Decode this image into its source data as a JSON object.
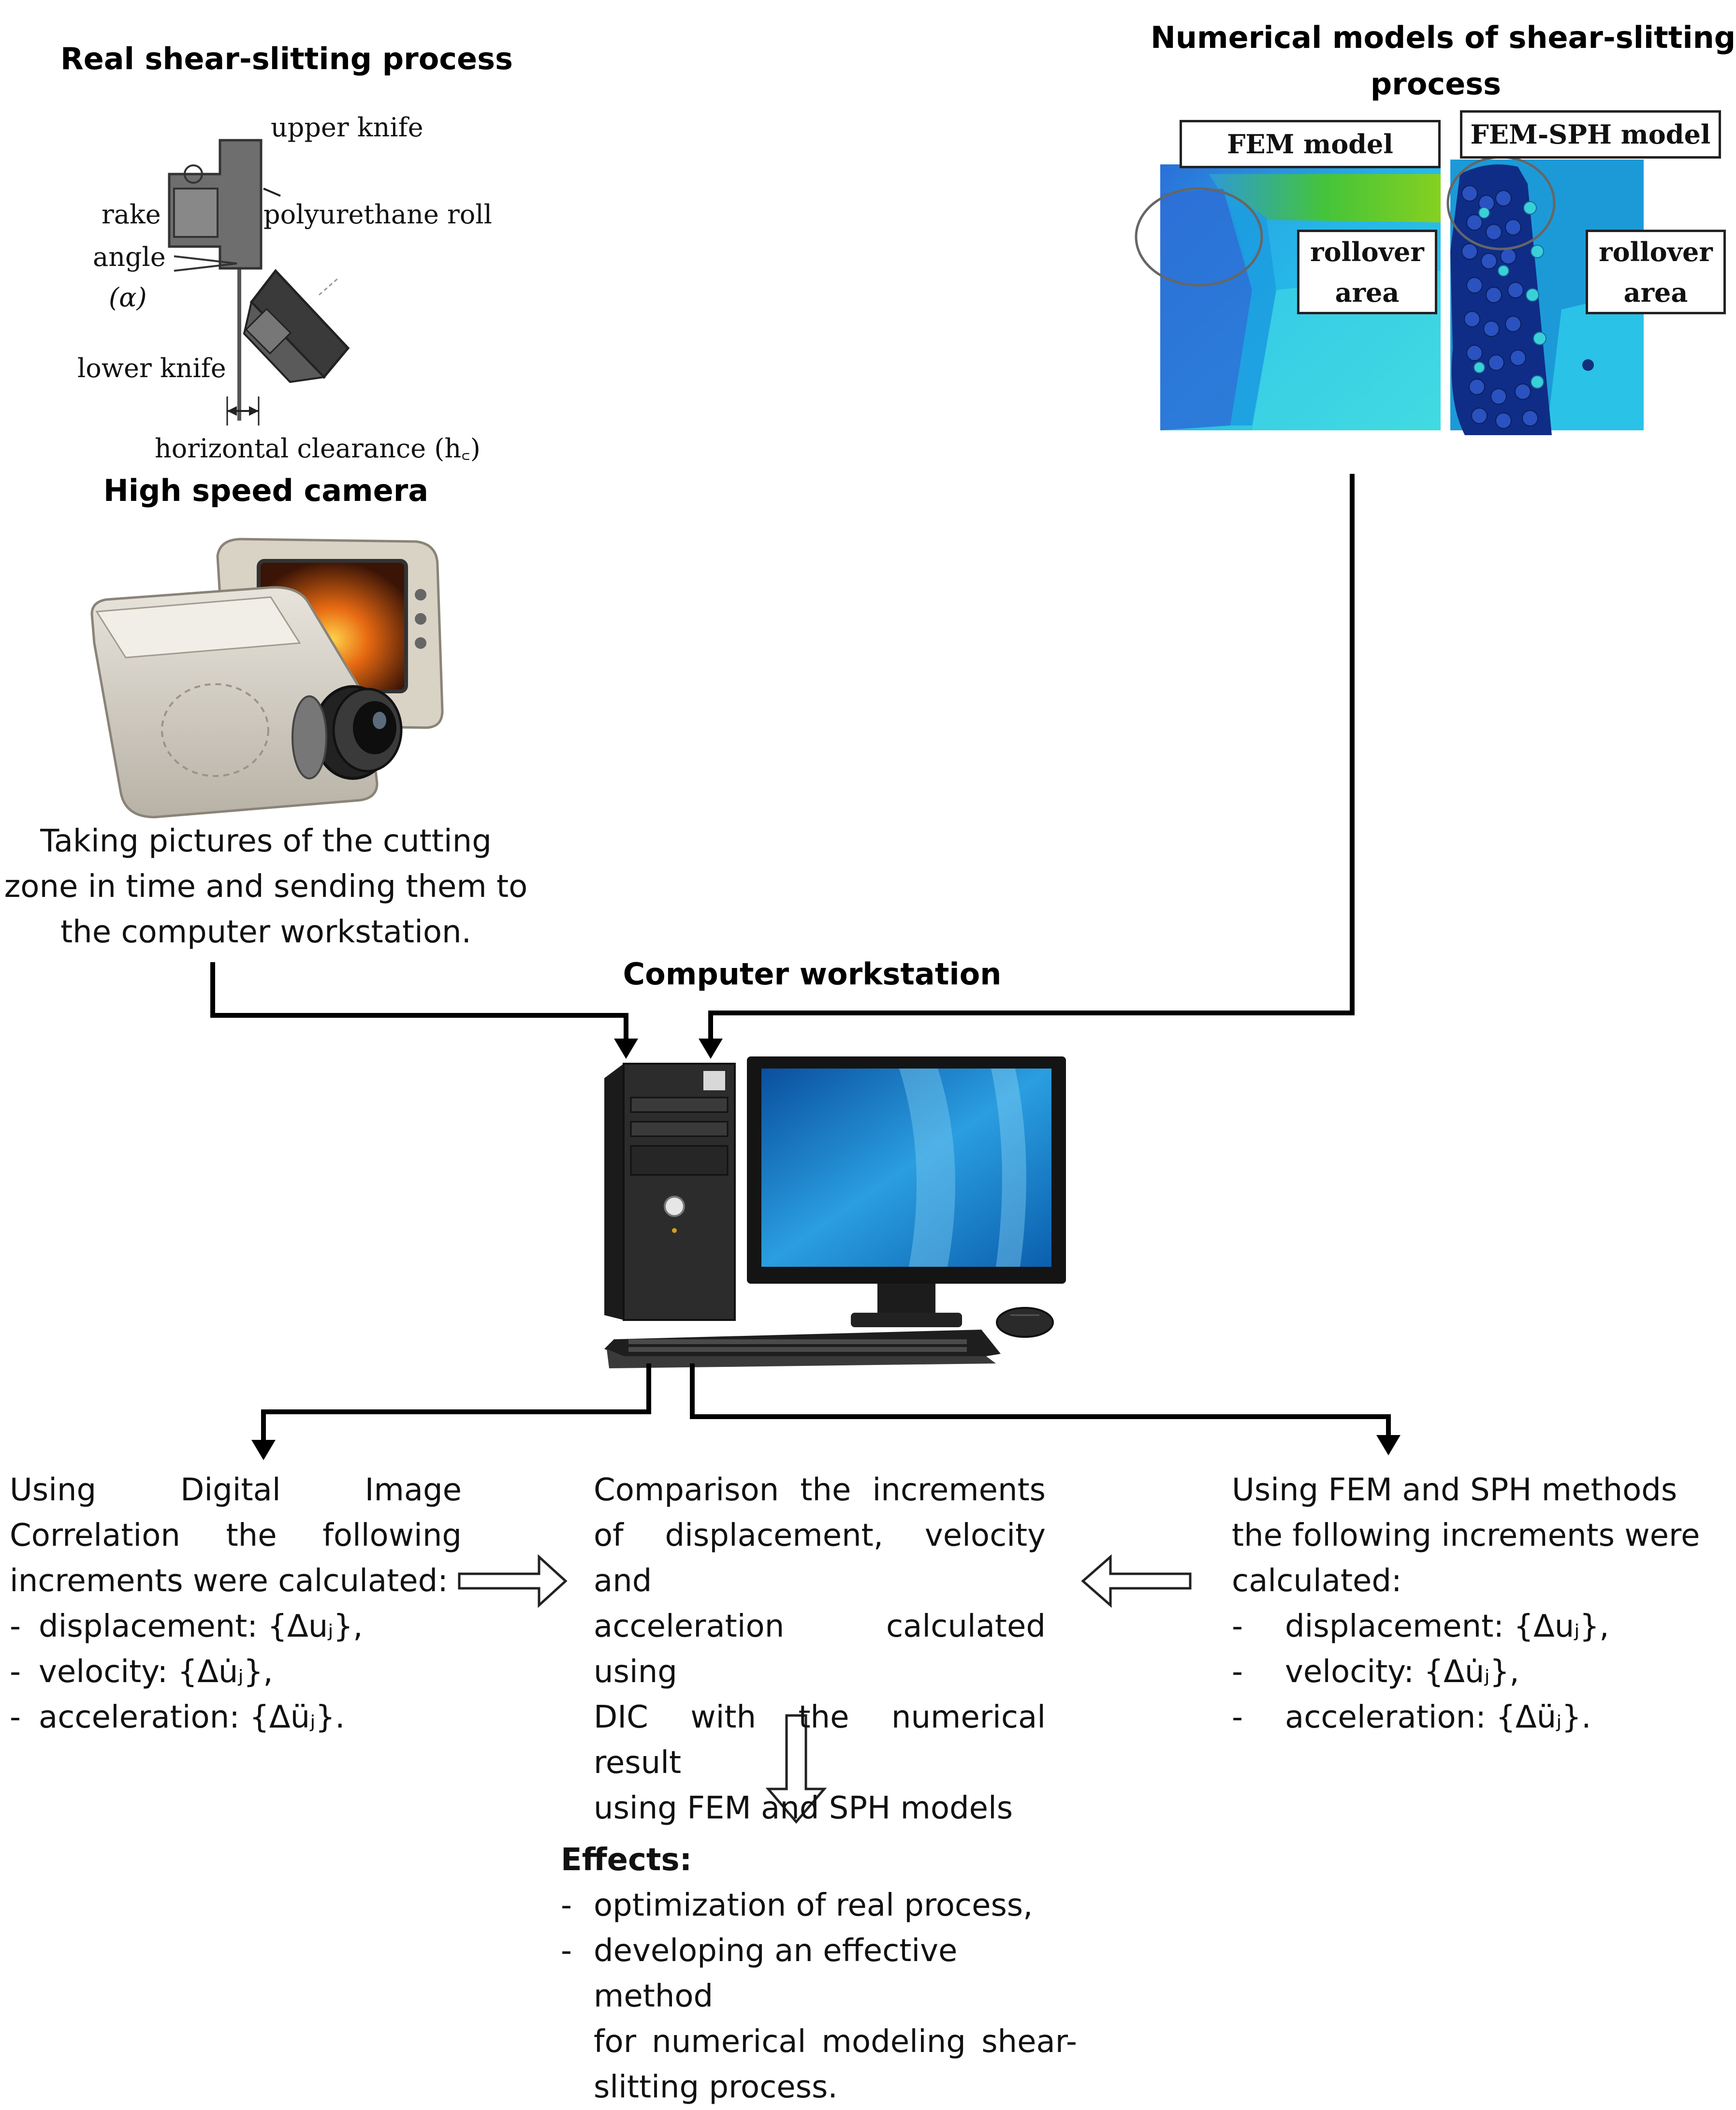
{
  "real_process": {
    "title": "Real shear-slitting process",
    "labels": {
      "upper_knife": "upper knife",
      "rake": "rake",
      "angle": "angle",
      "alpha": "(α)",
      "polyurethane_roll": "polyurethane roll",
      "lower_knife": "lower knife",
      "horizontal_clearance": "horizontal clearance (h꜀)"
    }
  },
  "camera": {
    "title": "High speed camera",
    "caption_lines": [
      "Taking pictures of the cutting",
      "zone in time and sending them to",
      "the computer workstation."
    ]
  },
  "numerical": {
    "title_lines": [
      "Numerical models of shear-slitting",
      "process"
    ],
    "fem_label": "FEM model",
    "fem_sph_label": "FEM-SPH model",
    "rollover_lines": [
      "rollover",
      "area"
    ]
  },
  "workstation": {
    "title": "Computer workstation"
  },
  "dic_block": {
    "justified_lines": [
      [
        "Using",
        "Digital",
        "Image"
      ],
      [
        "Correlation",
        "the",
        "following"
      ]
    ],
    "line3": "increments were calculated:",
    "items": [
      "displacement: {Δuⱼ},",
      "velocity: {Δu̇ⱼ},",
      "acceleration: {Δüⱼ}."
    ]
  },
  "comparison_block": {
    "lines": [
      "Comparison the increments",
      "of displacement, velocity and",
      "acceleration calculated using",
      "DIC with the numerical result",
      "using FEM and SPH models"
    ]
  },
  "fem_block": {
    "lines": [
      "Using FEM and SPH methods",
      "the following increments were",
      "calculated:"
    ],
    "items": [
      "displacement: {Δuⱼ},",
      "velocity: {Δu̇ⱼ},",
      "acceleration: {Δüⱼ}."
    ]
  },
  "effects": {
    "title": "Effects:",
    "items": [
      "optimization of real process,",
      "developing an effective method for numerical modeling shear-slitting process."
    ],
    "item2_lines": [
      "developing an effective method",
      "for numerical modeling shear-",
      "slitting process."
    ]
  },
  "colors": {
    "fem_blue": "#2a7fd8",
    "fem_cyan": "#30d8e0",
    "fem_green": "#4cc23a",
    "sph_dark": "#17306e",
    "monitor_blue": "#1a7fc4"
  }
}
